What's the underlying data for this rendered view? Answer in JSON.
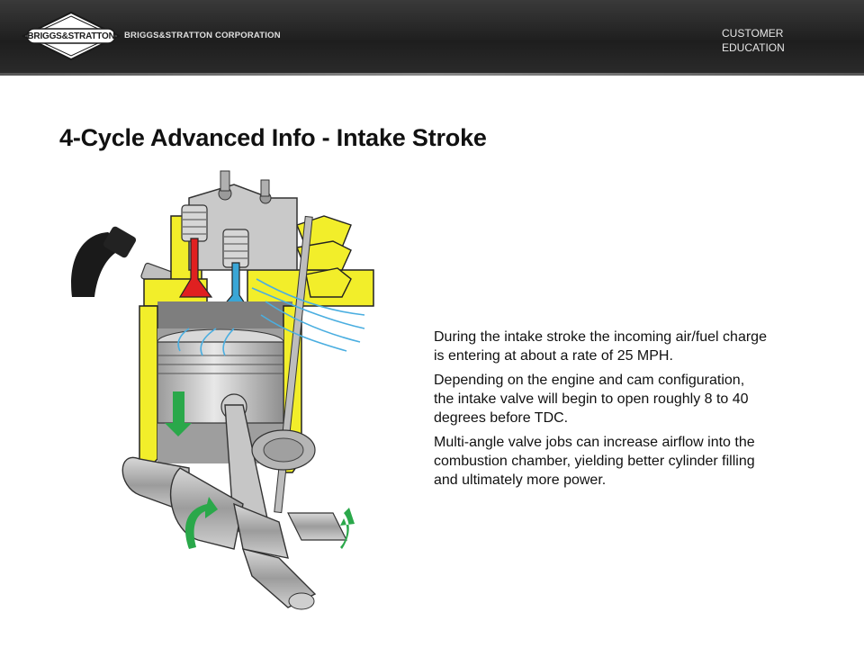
{
  "header": {
    "logo_text": "BRIGGS&STRATTON",
    "corporation": "BRIGGS&STRATTON CORPORATION",
    "section_line1": "CUSTOMER",
    "section_line2": "EDUCATION",
    "colors": {
      "bar": "#2a2a2a",
      "logo_fill": "#ffffff",
      "logo_ring": "#1a1a1a"
    }
  },
  "slide": {
    "title": "4-Cycle Advanced Info - Intake Stroke",
    "paragraphs": [
      "During the intake stroke the incoming air/fuel charge is entering at about a rate of 25 MPH.",
      "Depending on the engine and cam configuration, the intake valve will begin to open roughly 8 to 40 degrees before TDC.",
      "Multi-angle valve jobs can increase airflow into the combustion chamber, yielding better cylinder filling and ultimately more power."
    ]
  },
  "illustration": {
    "subject": "engine-cutaway-intake-stroke",
    "colors": {
      "cylinder": "#f2ee2a",
      "metal": "#b9b9b9",
      "exhaust_valve": "#e02020",
      "intake_valve": "#3aa6d6",
      "airflow": "#4aaee0",
      "motion_arrow": "#2aa84a"
    }
  }
}
